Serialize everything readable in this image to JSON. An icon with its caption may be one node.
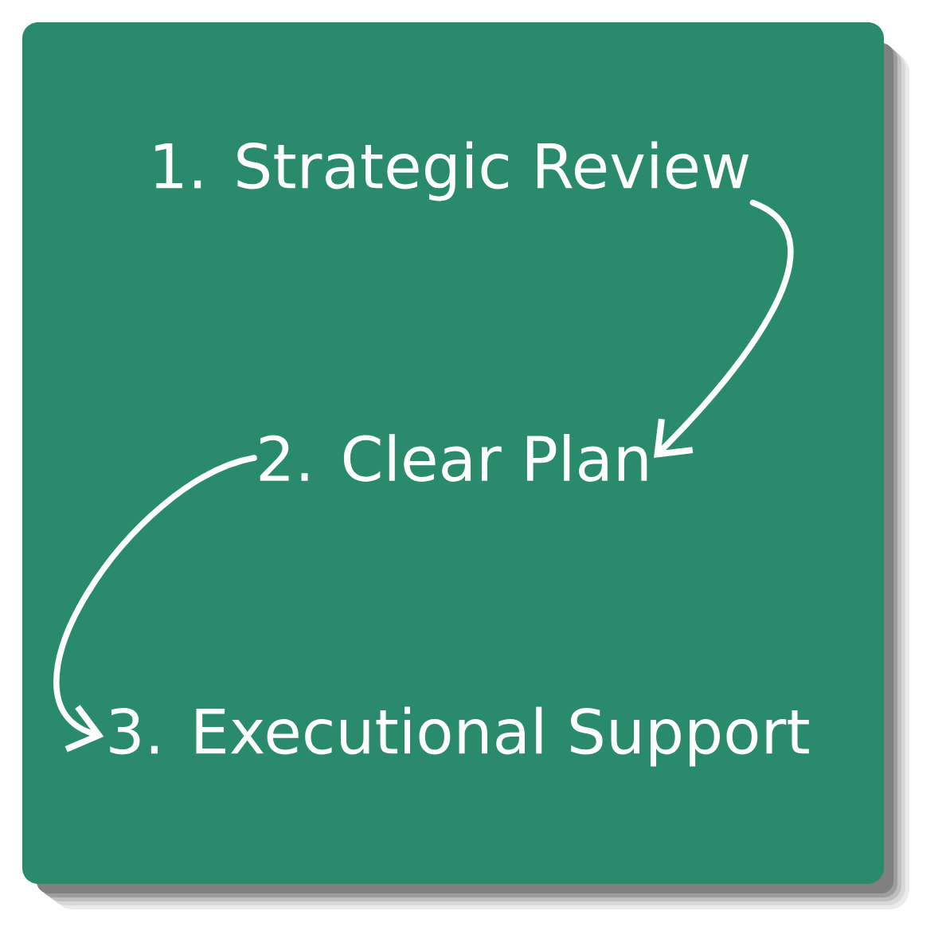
{
  "diagram": {
    "nodes": [
      {
        "text": [
          "1. Strategic Review"
        ]
      },
      {
        "text": [
          "2. Clear Plan"
        ]
      },
      {
        "text": [
          "3. Executional Support"
        ]
      }
    ],
    "edges": [
      {
        "from": 0,
        "to": 1,
        "arrow": "to"
      },
      {
        "from": 1,
        "to": 2,
        "arrow": "to"
      }
    ]
  }
}
